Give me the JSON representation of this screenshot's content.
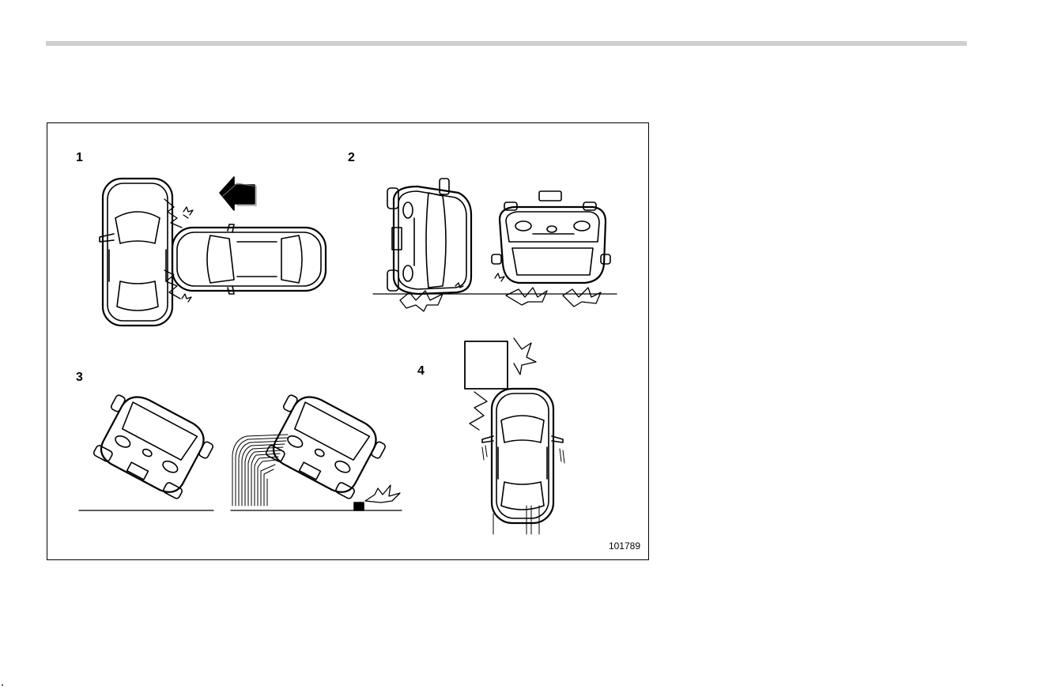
{
  "figure": {
    "panels": [
      {
        "number": "1",
        "scene": "side-impact-collision"
      },
      {
        "number": "2",
        "scene": "vehicle-rolled-onto-side-and-roof"
      },
      {
        "number": "3",
        "scene": "vehicle-tipping-over-curb"
      },
      {
        "number": "4",
        "scene": "rear-collision-into-object"
      }
    ],
    "figure_id": "101789"
  },
  "colors": {
    "line": "#000000",
    "rule": "#cfcfcf",
    "background": "#ffffff"
  }
}
